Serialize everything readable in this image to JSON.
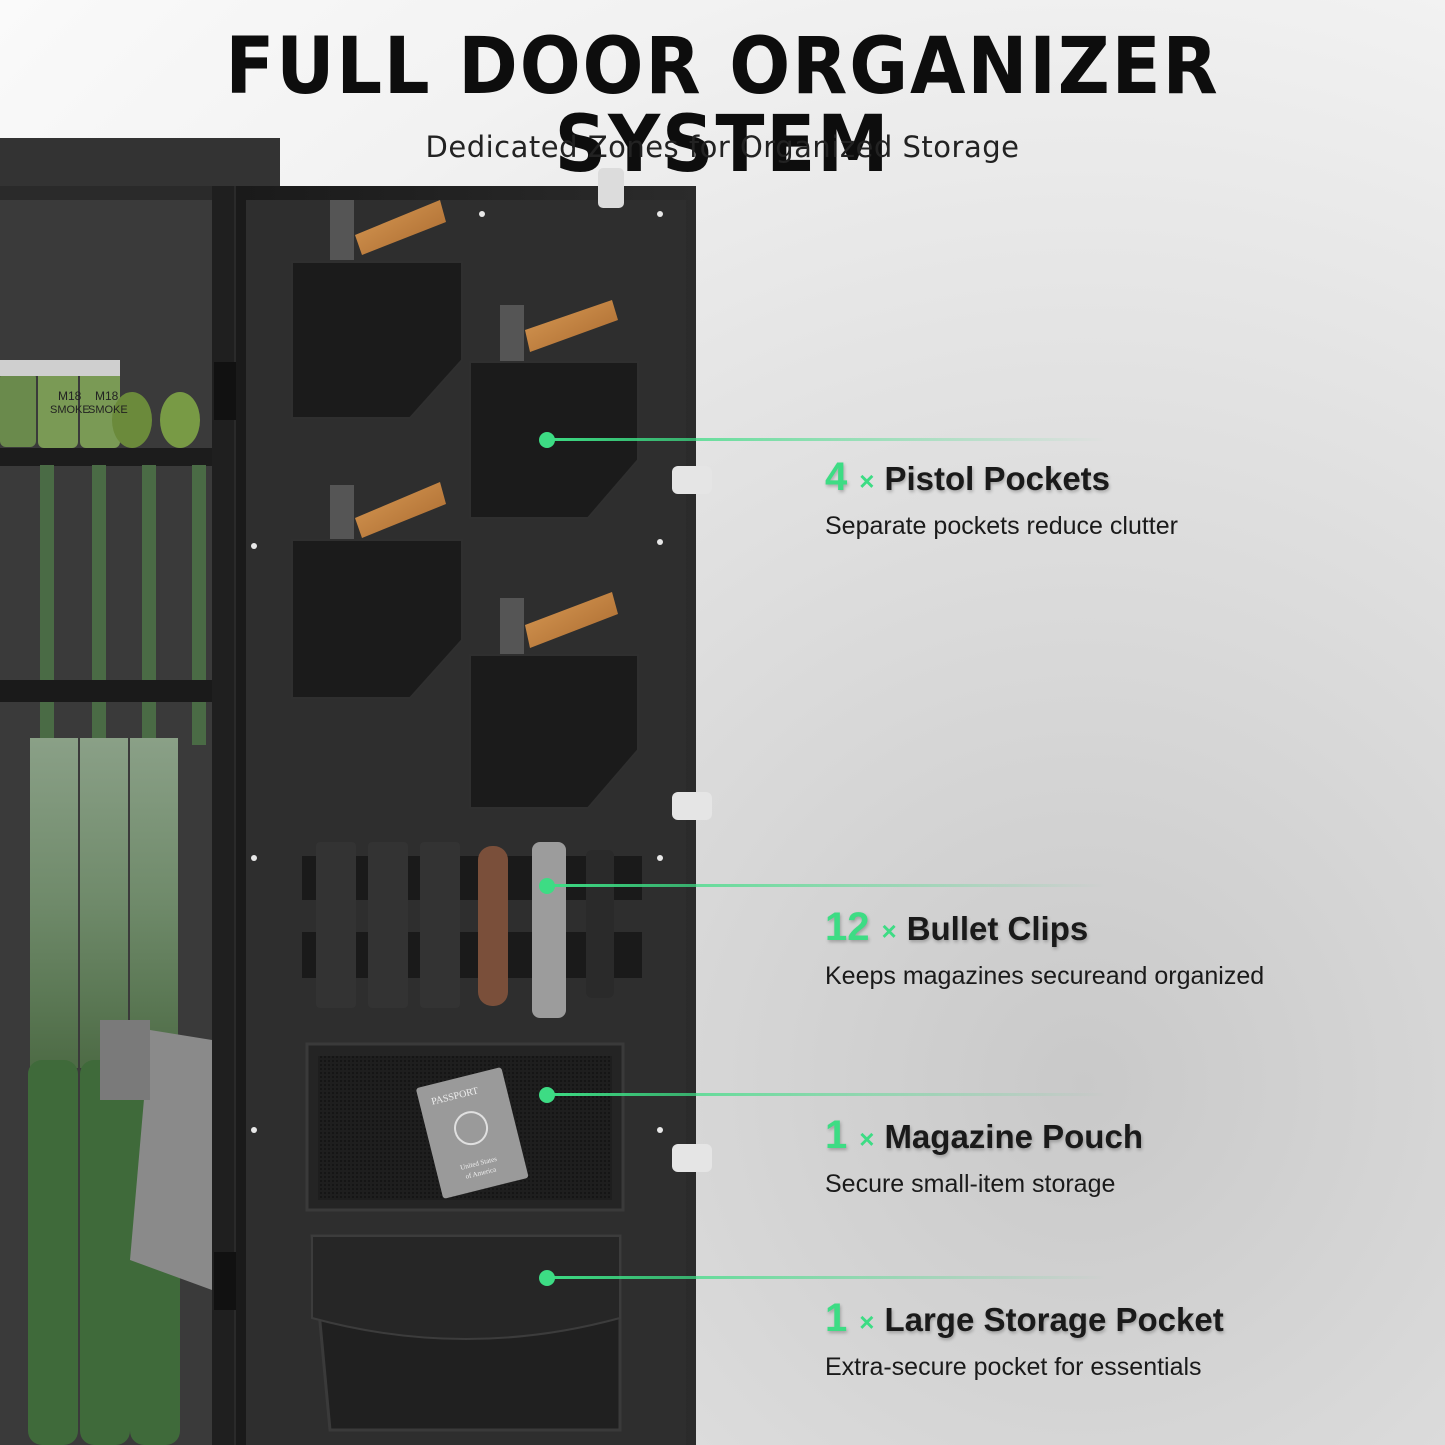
{
  "header": {
    "title": "FULL DOOR ORGANIZER SYSTEM",
    "subtitle": "Dedicated Zones for Organized Storage"
  },
  "colors": {
    "accent": "#3ddc84",
    "door": "#262626",
    "panel": "#2e2e2e",
    "grip": "#c98a45"
  },
  "features": [
    {
      "count": "4",
      "times": "×",
      "label": "Pistol Pockets",
      "description": "Separate pockets reduce clutter"
    },
    {
      "count": "12",
      "times": "×",
      "label": "Bullet Clips",
      "description": "Keeps magazines secureand organized"
    },
    {
      "count": "1",
      "times": "×",
      "label": "Magazine Pouch",
      "description": "Secure small-item storage"
    },
    {
      "count": "1",
      "times": "×",
      "label": "Large Storage Pocket",
      "description": "Extra-secure pocket for essentials"
    }
  ],
  "image_text": {
    "grenade_labels": [
      "M18 SMOKE",
      "M18 SMOKE"
    ],
    "passport": [
      "PASSPORT",
      "United States of America"
    ]
  }
}
